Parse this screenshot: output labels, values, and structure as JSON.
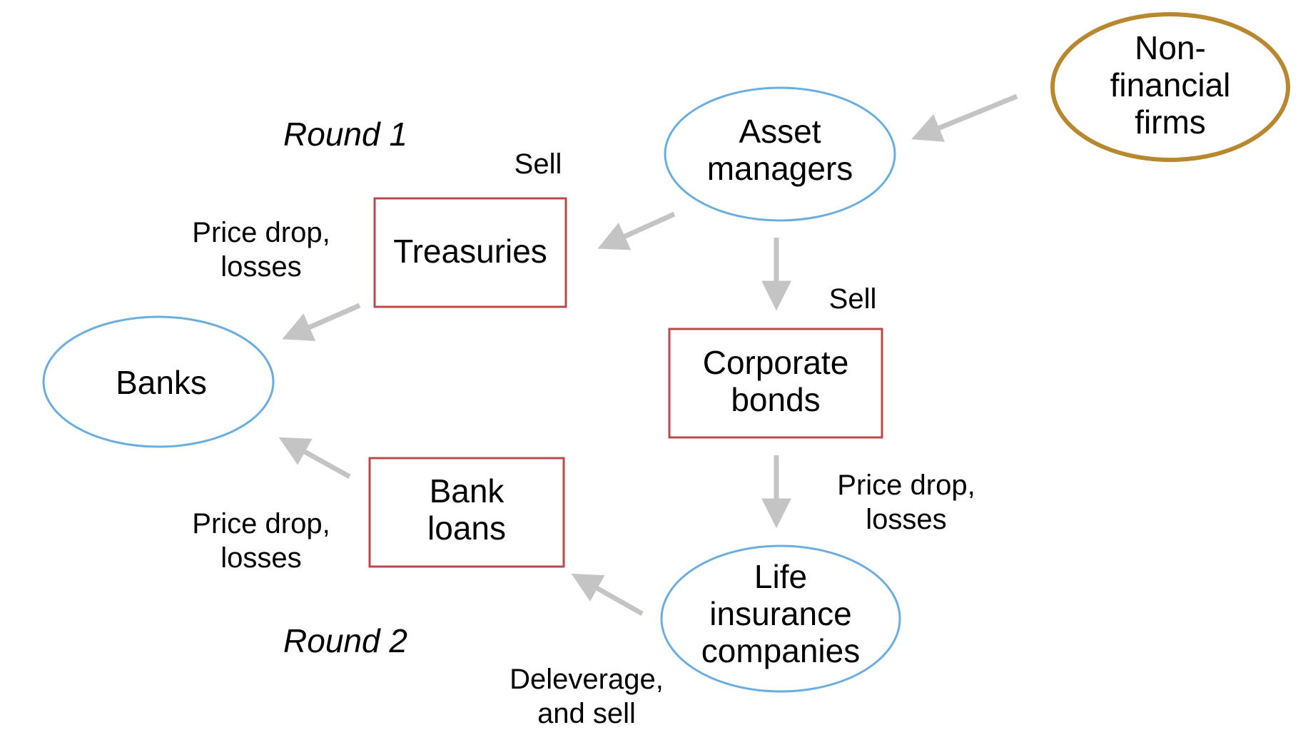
{
  "colors": {
    "ellipse_blue": "#6aaee0",
    "ellipse_gold": "#b8872e",
    "box_red": "#b94a48",
    "arrow_gray": "#c4c4c4",
    "text": "#000000"
  },
  "nodes": {
    "non_financial_firms": {
      "lines": [
        "Non-",
        "financial",
        "firms"
      ]
    },
    "asset_managers": {
      "lines": [
        "Asset",
        "managers"
      ]
    },
    "treasuries": {
      "lines": [
        "Treasuries"
      ]
    },
    "corporate_bonds": {
      "lines": [
        "Corporate",
        "bonds"
      ]
    },
    "banks": {
      "lines": [
        "Banks"
      ]
    },
    "bank_loans": {
      "lines": [
        "Bank",
        "loans"
      ]
    },
    "life_insurance": {
      "lines": [
        "Life",
        "insurance",
        "companies"
      ]
    }
  },
  "labels": {
    "round1": "Round 1",
    "round2": "Round 2",
    "sell_treasuries": "Sell",
    "sell_corporate": "Sell",
    "price_drop_treasuries": [
      "Price drop,",
      "losses"
    ],
    "price_drop_bank_loans": [
      "Price drop,",
      "losses"
    ],
    "price_drop_corporate": [
      "Price drop,",
      "losses"
    ],
    "deleverage": [
      "Deleverage,",
      "and sell"
    ]
  }
}
